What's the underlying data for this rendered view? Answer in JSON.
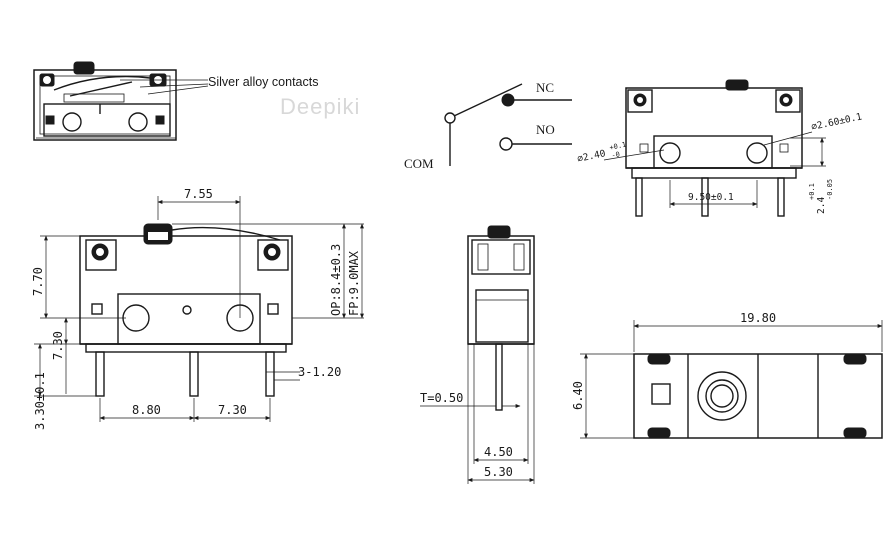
{
  "watermark": "Deepiki",
  "labels": {
    "contacts": "Silver alloy contacts",
    "nc": "NC",
    "no": "NO",
    "com": "COM"
  },
  "dimensions": {
    "d_7_55": "7.55",
    "d_7_70": "7.70",
    "d_op": "OP:8.4±0.3",
    "d_fp": "FP:9.0MAX",
    "d_7_30_side": "7.30",
    "d_3_30": "3.30±0.1",
    "d_3_1_20": "3-1.20",
    "d_8_80": "8.80",
    "d_7_30_bottom": "7.30",
    "d_t": "T=0.50",
    "d_4_50": "4.50",
    "d_5_30": "5.30",
    "d_hole_left": "⌀2.40",
    "d_hole_left_tol": "+0.1",
    "d_hole_left_tol2": "-0",
    "d_hole_right": "⌀2.60±0.1",
    "d_9_50": "9.50±0.1",
    "d_2_4": "2.4",
    "d_2_4_tol": "+0.1",
    "d_2_4_tol2": "-0.05",
    "d_19_80": "19.80",
    "d_6_40": "6.40"
  }
}
